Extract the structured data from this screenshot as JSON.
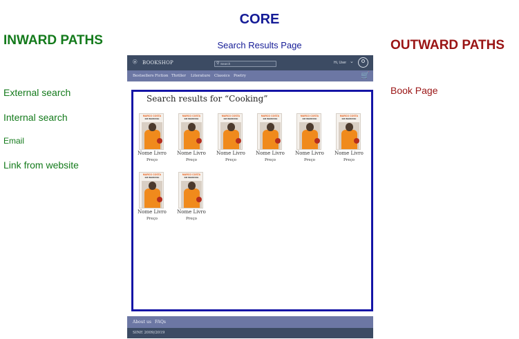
{
  "inward": {
    "title": "INWARD PATHS",
    "items": [
      "External search",
      "Internal search",
      "Email",
      "Link from website"
    ]
  },
  "core": {
    "title": "CORE",
    "subtitle": "Search Results Page"
  },
  "outward": {
    "title": "OUTWARD PATHS",
    "items": [
      "Book Page"
    ]
  },
  "mockup": {
    "logo": "BOOKSHOP",
    "search_placeholder": "Search",
    "login_text": "Hi, User",
    "nav": [
      "Bestsellers",
      "Fiction",
      "Thriller",
      "Literature",
      "Classics",
      "Poetry"
    ],
    "results_title": "Search results for “Cooking”",
    "books": [
      {
        "author": "MARCO COSTA",
        "subtitle": "EM INGRESSE",
        "name": "Nome Livro",
        "price": "Preço"
      },
      {
        "author": "MARCO COSTA",
        "subtitle": "EM INGRESSE",
        "name": "Nome Livro",
        "price": "Preço"
      },
      {
        "author": "MARCO COSTA",
        "subtitle": "EM INGRESSE",
        "name": "Nome Livro",
        "price": "Preço"
      },
      {
        "author": "MARCO COSTA",
        "subtitle": "EM INGRESSE",
        "name": "Nome Livro",
        "price": "Preço"
      },
      {
        "author": "MARCO COSTA",
        "subtitle": "EM INGRESSE",
        "name": "Nome Livro",
        "price": "Preço"
      },
      {
        "author": "MARCO COSTA",
        "subtitle": "EM INGRESSE",
        "name": "Nome Livro",
        "price": "Preço"
      },
      {
        "author": "MARCO COSTA",
        "subtitle": "EM INGRESSE",
        "name": "Nome Livro",
        "price": "Preço"
      },
      {
        "author": "MARCO COSTA",
        "subtitle": "EM INGRESSE",
        "name": "Nome Livro",
        "price": "Preço"
      }
    ],
    "footer": [
      "About us",
      "FAQs"
    ],
    "copyright": "SINE 2009/2019"
  },
  "colors": {
    "inward": "#137a1b",
    "core": "#141b96",
    "outward": "#9a1414",
    "header": "#3c4b63",
    "nav": "#6c77a4",
    "results_border": "#1414a6"
  },
  "icons": {
    "logo": "bookshop-logo-icon",
    "search": "search-icon",
    "dropdown": "chevron-down-icon",
    "user": "user-avatar-icon",
    "cart": "cart-icon"
  }
}
